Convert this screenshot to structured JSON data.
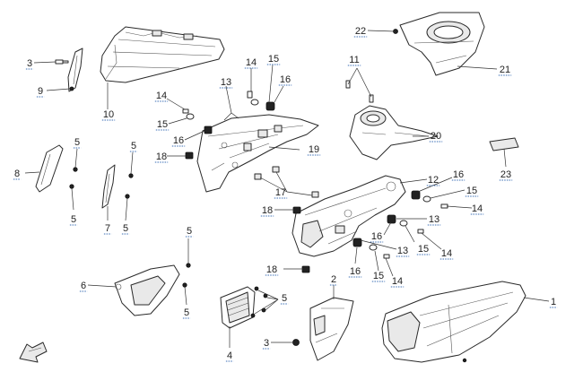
{
  "colors": {
    "line": "#2a2a2a",
    "callout_text": "#222222",
    "callout_underline": "#3b6fb6",
    "background": "#ffffff"
  },
  "callouts": [
    {
      "id": "c1",
      "label": "1"
    },
    {
      "id": "c2",
      "label": "2"
    },
    {
      "id": "c3a",
      "label": "3"
    },
    {
      "id": "c3b",
      "label": "3"
    },
    {
      "id": "c4",
      "label": "4"
    },
    {
      "id": "c5a",
      "label": "5"
    },
    {
      "id": "c5b",
      "label": "5"
    },
    {
      "id": "c5c",
      "label": "5"
    },
    {
      "id": "c5d",
      "label": "5"
    },
    {
      "id": "c5e",
      "label": "5"
    },
    {
      "id": "c5f",
      "label": "5"
    },
    {
      "id": "c5g",
      "label": "5"
    },
    {
      "id": "c6",
      "label": "6"
    },
    {
      "id": "c7",
      "label": "7"
    },
    {
      "id": "c8",
      "label": "8"
    },
    {
      "id": "c9",
      "label": "9"
    },
    {
      "id": "c10",
      "label": "10"
    },
    {
      "id": "c11",
      "label": "11"
    },
    {
      "id": "c12",
      "label": "12"
    },
    {
      "id": "c13a",
      "label": "13"
    },
    {
      "id": "c13b",
      "label": "13"
    },
    {
      "id": "c13c",
      "label": "13"
    },
    {
      "id": "c14a",
      "label": "14"
    },
    {
      "id": "c14b",
      "label": "14"
    },
    {
      "id": "c14c",
      "label": "14"
    },
    {
      "id": "c14d",
      "label": "14"
    },
    {
      "id": "c14e",
      "label": "14"
    },
    {
      "id": "c15a",
      "label": "15"
    },
    {
      "id": "c15b",
      "label": "15"
    },
    {
      "id": "c15c",
      "label": "15"
    },
    {
      "id": "c15d",
      "label": "15"
    },
    {
      "id": "c15e",
      "label": "15"
    },
    {
      "id": "c16a",
      "label": "16"
    },
    {
      "id": "c16b",
      "label": "16"
    },
    {
      "id": "c16c",
      "label": "16"
    },
    {
      "id": "c16d",
      "label": "16"
    },
    {
      "id": "c16e",
      "label": "16"
    },
    {
      "id": "c17",
      "label": "17"
    },
    {
      "id": "c18a",
      "label": "18"
    },
    {
      "id": "c18b",
      "label": "18"
    },
    {
      "id": "c18c",
      "label": "18"
    },
    {
      "id": "c19",
      "label": "19"
    },
    {
      "id": "c20",
      "label": "20"
    },
    {
      "id": "c21",
      "label": "21"
    },
    {
      "id": "c22",
      "label": "22"
    },
    {
      "id": "c23",
      "label": "23"
    }
  ],
  "icons": {
    "corner": "front-direction-arrow-icon"
  }
}
